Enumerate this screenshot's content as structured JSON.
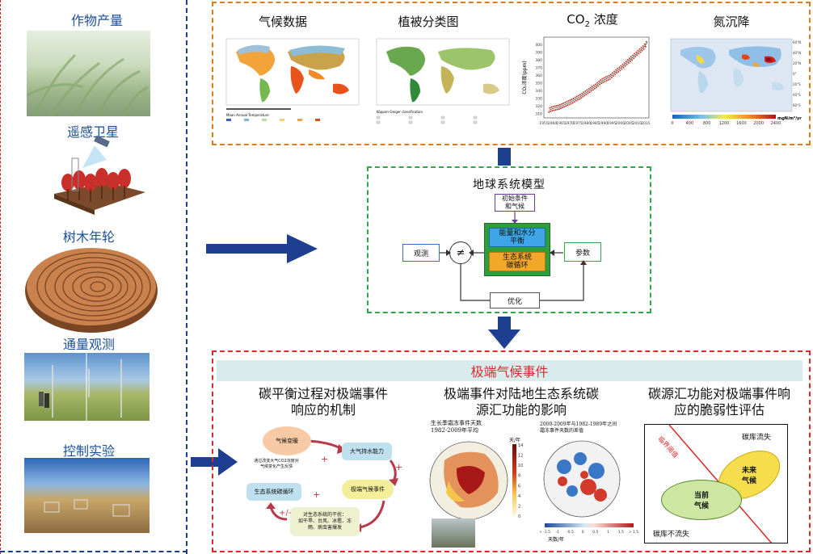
{
  "left": {
    "items": [
      {
        "label": "作物产量"
      },
      {
        "label": "遥感卫星"
      },
      {
        "label": "树木年轮"
      },
      {
        "label": "通量观测"
      },
      {
        "label": "控制实验"
      }
    ]
  },
  "data_panel": {
    "climate_title": "气候数据",
    "veg_title": "植被分类图",
    "co2_title_main": "CO",
    "co2_title_sub": "2",
    "co2_title_rest": " 浓度",
    "n_title": "氮沉降",
    "co2_ylabel": "CO₂浓度(ppm)",
    "co2_xticks": [
      "1955",
      "1960",
      "1965",
      "1970",
      "1975",
      "1980",
      "1985",
      "1990",
      "1995",
      "2000",
      "2005",
      "2010",
      "2015"
    ],
    "co2_yticks": [
      "400",
      "390",
      "380",
      "370",
      "360",
      "350",
      "340",
      "330",
      "320",
      "310"
    ],
    "n_colorbar_ticks": [
      "0",
      "400",
      "800",
      "1200",
      "1600",
      "2000",
      "2400"
    ],
    "n_unit": "mgN/m²/yr",
    "n_lat_ticks": [
      "60°N",
      "40°N",
      "20°N",
      "0°",
      "20°S",
      "40°S",
      "60°S"
    ],
    "climate_legend_title": "Mean Annual Temperature",
    "veg_legend_title": "Köppen-Geiger classification"
  },
  "model": {
    "title": "地球系统模型",
    "init": "初始条件\n和气候",
    "energy": "能量和水分\n平衡",
    "carbon": "生态系统\n碳循环",
    "obs": "观测",
    "neq": "≠",
    "param": "参数",
    "opt": "优化"
  },
  "extreme": {
    "banner": "极端气候事件",
    "col1_title": "碳平衡过程对极端事件\n响应的机制",
    "col2_title": "极端事件对陆地生态系统碳\n源汇功能的影响",
    "col3_title": "碳源汇功能对极端事件响\n应的脆弱性评估",
    "cycle": {
      "climate_change": "气候变暖",
      "climate_note": "通过改变大气CO2浓度对\n气候变化产生反馈",
      "water": "大气持水能力",
      "carbon_cycle": "生态系统碳循环",
      "extreme_up": "极端气候事件",
      "impact": "对生态系统的干扰：\n如干旱、台风、冰雹、冻\n雨、病虫害爆发",
      "plus": "+",
      "plusminus": "+/-"
    },
    "map1_title": "生长季霜冻事件天数\n1982-2009年平均",
    "map1_unit": "天/年",
    "map1_ticks": [
      "14",
      "12",
      "10",
      "8",
      "6",
      "4",
      "2",
      "0"
    ],
    "map2_title": "2000-2009年与1982-1989年之间\n霜冻事件天数的差值",
    "map2_ticks": [
      "< -1.5",
      "-1",
      "-0.5",
      "0",
      "0.5",
      "1",
      "1.5",
      "> 1.5"
    ],
    "map2_unit": "天数/年",
    "vuln": {
      "threshold": "临界阈值",
      "loss": "碳库流失",
      "no_loss": "碳库不流失",
      "current": "当前\n气候",
      "future": "未来\n气候"
    }
  },
  "chart_data": {
    "type": "scatter",
    "title": "CO₂ 浓度",
    "xlabel": "",
    "ylabel": "CO₂浓度(ppm)",
    "xlim": [
      1955,
      2017
    ],
    "ylim": [
      305,
      410
    ],
    "x": [
      1958,
      1960,
      1962,
      1964,
      1966,
      1968,
      1970,
      1972,
      1974,
      1976,
      1978,
      1980,
      1982,
      1984,
      1986,
      1988,
      1990,
      1992,
      1994,
      1996,
      1998,
      2000,
      2002,
      2004,
      2006,
      2008,
      2010,
      2012,
      2014,
      2016
    ],
    "values": [
      315,
      317,
      318,
      319,
      321,
      323,
      325,
      327,
      330,
      332,
      335,
      338,
      341,
      344,
      347,
      351,
      354,
      356,
      358,
      362,
      366,
      369,
      373,
      377,
      381,
      385,
      389,
      393,
      397,
      403
    ]
  }
}
